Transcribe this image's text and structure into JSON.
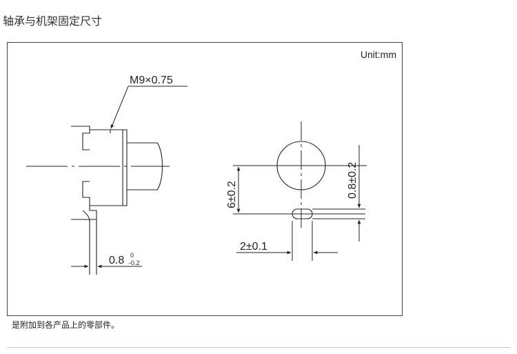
{
  "page": {
    "title": "轴承与机架固定尺寸",
    "footnote": "是附加到各产品上的零部件。"
  },
  "drawing": {
    "unit_label": "Unit:mm",
    "thread_label": "M9×0.75",
    "left_gap_value": "0.8",
    "left_gap_tol_upper": "0",
    "left_gap_tol_lower": "-0.2",
    "hole_offset_label": "6±0.2",
    "slot_offset_label": "0.8±0.2",
    "slot_width_label": "2±0.1"
  },
  "colors": {
    "line": "#222222",
    "frame": "#444444",
    "rule": "#c8c8c8"
  }
}
